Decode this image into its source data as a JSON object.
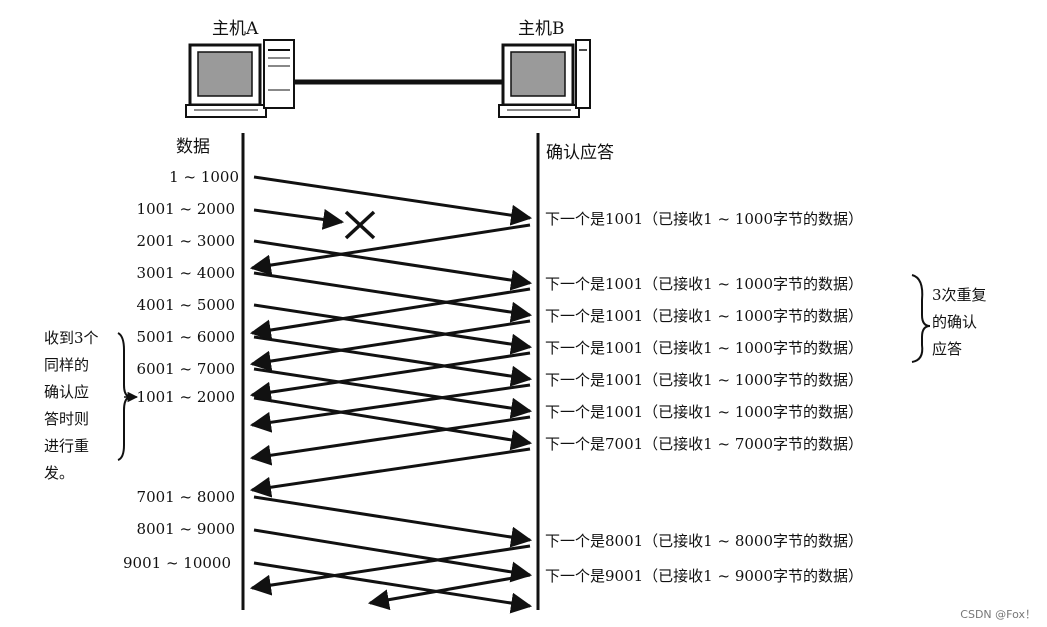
{
  "hosts": {
    "a": "主机A",
    "b": "主机B"
  },
  "columns": {
    "data": "数据",
    "ack": "确认应答"
  },
  "segments": [
    "1 ~ 1000",
    "1001 ~ 2000",
    "2001 ~ 3000",
    "3001 ~ 4000",
    "4001 ~ 5000",
    "5001 ~ 6000",
    "6001 ~ 7000",
    "1001 ~ 2000",
    "7001 ~ 8000",
    "8001 ~ 9000",
    "9001 ~ 10000"
  ],
  "acks": [
    "下一个是1001（已接收1 ~ 1000字节的数据）",
    "下一个是1001（已接收1 ~ 1000字节的数据）",
    "下一个是1001（已接收1 ~ 1000字节的数据）",
    "下一个是1001（已接收1 ~ 1000字节的数据）",
    "下一个是1001（已接收1 ~ 1000字节的数据）",
    "下一个是1001（已接收1 ~ 1000字节的数据）",
    "下一个是7001（已接收1 ~ 7000字节的数据）",
    "下一个是8001（已接收1 ~ 8000字节的数据）",
    "下一个是9001（已接收1 ~ 9000字节的数据）"
  ],
  "notes": {
    "duplicate_acks": [
      "3次重复",
      "的确认",
      "应答"
    ],
    "retransmit": [
      "收到3个",
      "同样的",
      "确认应",
      "答时则",
      "进行重",
      "发。"
    ]
  },
  "watermark": "CSDN @Fox！"
}
